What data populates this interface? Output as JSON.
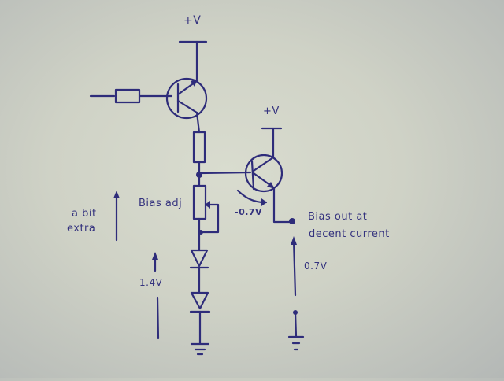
{
  "diagram": {
    "type": "hand-drawn circuit schematic",
    "ink_color": "#2e2c7a",
    "paper_color": "#d6d9cc",
    "labels": {
      "supply_q1": "+V",
      "supply_q2": "+V",
      "bias_adj": "Bias adj",
      "a_bit_extra_line1": "a bit",
      "a_bit_extra_line2": "extra",
      "diode_drop": "1.4V",
      "vbe_drop": "-0.7V",
      "bias_out_line1": "Bias out at",
      "bias_out_line2": "decent current",
      "output_voltage": "0.7V"
    },
    "components": [
      {
        "id": "R_in",
        "kind": "resistor"
      },
      {
        "id": "Q1",
        "kind": "npn-transistor"
      },
      {
        "id": "R1",
        "kind": "resistor"
      },
      {
        "id": "VR1",
        "kind": "potentiometer"
      },
      {
        "id": "D1",
        "kind": "diode"
      },
      {
        "id": "D2",
        "kind": "diode"
      },
      {
        "id": "Q2",
        "kind": "npn-transistor"
      }
    ]
  }
}
